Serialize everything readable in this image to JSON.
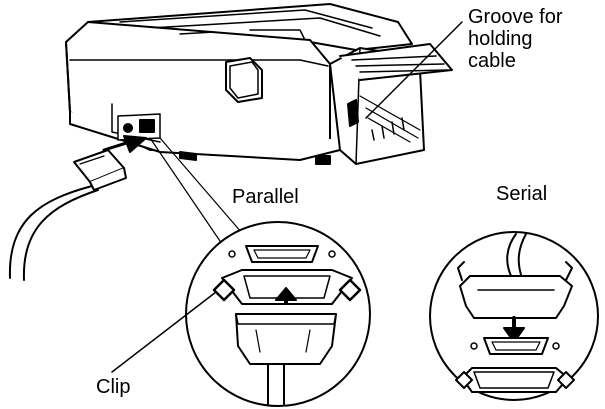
{
  "labels": {
    "groove": [
      "Groove for",
      "holding",
      "cable"
    ],
    "parallel": "Parallel",
    "serial": "Serial",
    "clip": "Clip"
  },
  "colors": {
    "ink": "#000000",
    "paper": "#ffffff"
  }
}
